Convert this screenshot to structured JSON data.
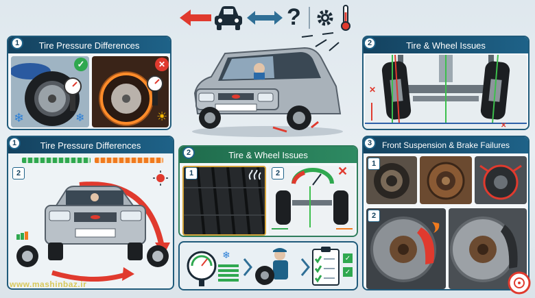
{
  "header": {
    "question_mark": "?"
  },
  "panel_top_left": {
    "number": "1",
    "title": "Tire Pressure Differences",
    "ok_mark": "✓",
    "bad_mark": "✕",
    "snow": "❄",
    "sun": "☀"
  },
  "panel_top_right": {
    "number": "2",
    "title": "Tire & Wheel Issues",
    "bad_mark": "✕"
  },
  "panel_mid_left": {
    "number": "1",
    "title": "Tire Pressure Differences",
    "sub_number": "2"
  },
  "panel_center": {
    "number": "2",
    "title": "Tire & Wheel Issues",
    "sub1_number": "1",
    "sub2_number": "2",
    "bad_mark": "✕",
    "snow": "❄",
    "check": "✓"
  },
  "panel_right": {
    "number": "3",
    "title": "Front Suspension & Brake Failures",
    "sub1_number": "1",
    "sub2_number": "2"
  },
  "watermark": "www.mashinbaz.ir",
  "colors": {
    "panel_border": "#1f5a7a",
    "header_blue": "#1e6288",
    "header_green": "#2e8a62",
    "arrow_red": "#e03a2e",
    "car_silver": "#a9b2ba",
    "accent_orange": "#f07a1e"
  }
}
